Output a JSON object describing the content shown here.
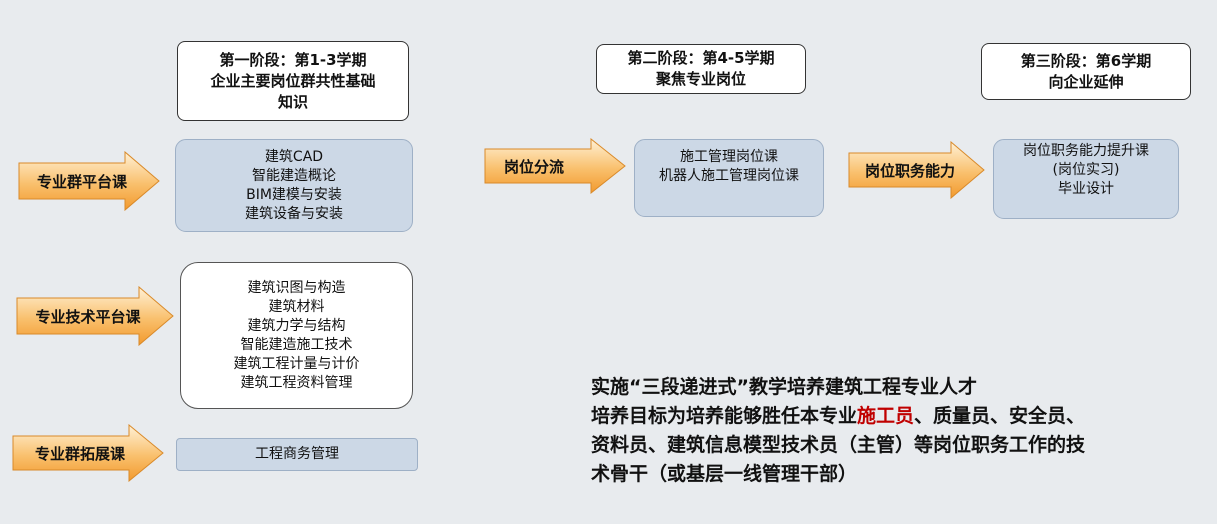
{
  "stages": [
    {
      "lines": [
        "第一阶段：第1-3学期",
        "企业主要岗位群共性基础",
        "知识"
      ]
    },
    {
      "lines": [
        "第二阶段：第4-5学期",
        "聚焦专业岗位"
      ]
    },
    {
      "lines": [
        "第三阶段：第6学期",
        "向企业延伸"
      ]
    }
  ],
  "arrows": {
    "platform": "专业群平台课",
    "tech": "专业技术平台课",
    "expand": "专业群拓展课",
    "divert": "岗位分流",
    "ability": "岗位职务能力"
  },
  "courses": {
    "platform": [
      "建筑CAD",
      "智能建造概论",
      "BIM建模与安装",
      "建筑设备与安装"
    ],
    "tech": [
      "建筑识图与构造",
      "建筑材料",
      "建筑力学与结构",
      "智能建造施工技术",
      "建筑工程计量与计价",
      "建筑工程资料管理"
    ],
    "expand": [
      "工程商务管理"
    ],
    "stage2": [
      "施工管理岗位课",
      "机器人施工管理岗位课"
    ],
    "stage3": [
      "岗位职务能力提升课",
      "(岗位实习)",
      "毕业设计"
    ]
  },
  "summary": {
    "line1": "实施“三段递进式”教学培养建筑工程专业人才",
    "line2_pre": "培养目标为培养能够胜任本专业",
    "line2_highlight": "施工员",
    "line2_post": "、质量员、安全员、",
    "line3": "资料员、建筑信息模型技术员（主管）等岗位职务工作的技",
    "line4": "术骨干（或基层一线管理干部）"
  },
  "colors": {
    "background": "#e8ebee",
    "arrow_fill_top": "#fde3b6",
    "arrow_fill_bottom": "#f5a23a",
    "content_box": "#ccd8e6",
    "highlight": "#c00000"
  }
}
